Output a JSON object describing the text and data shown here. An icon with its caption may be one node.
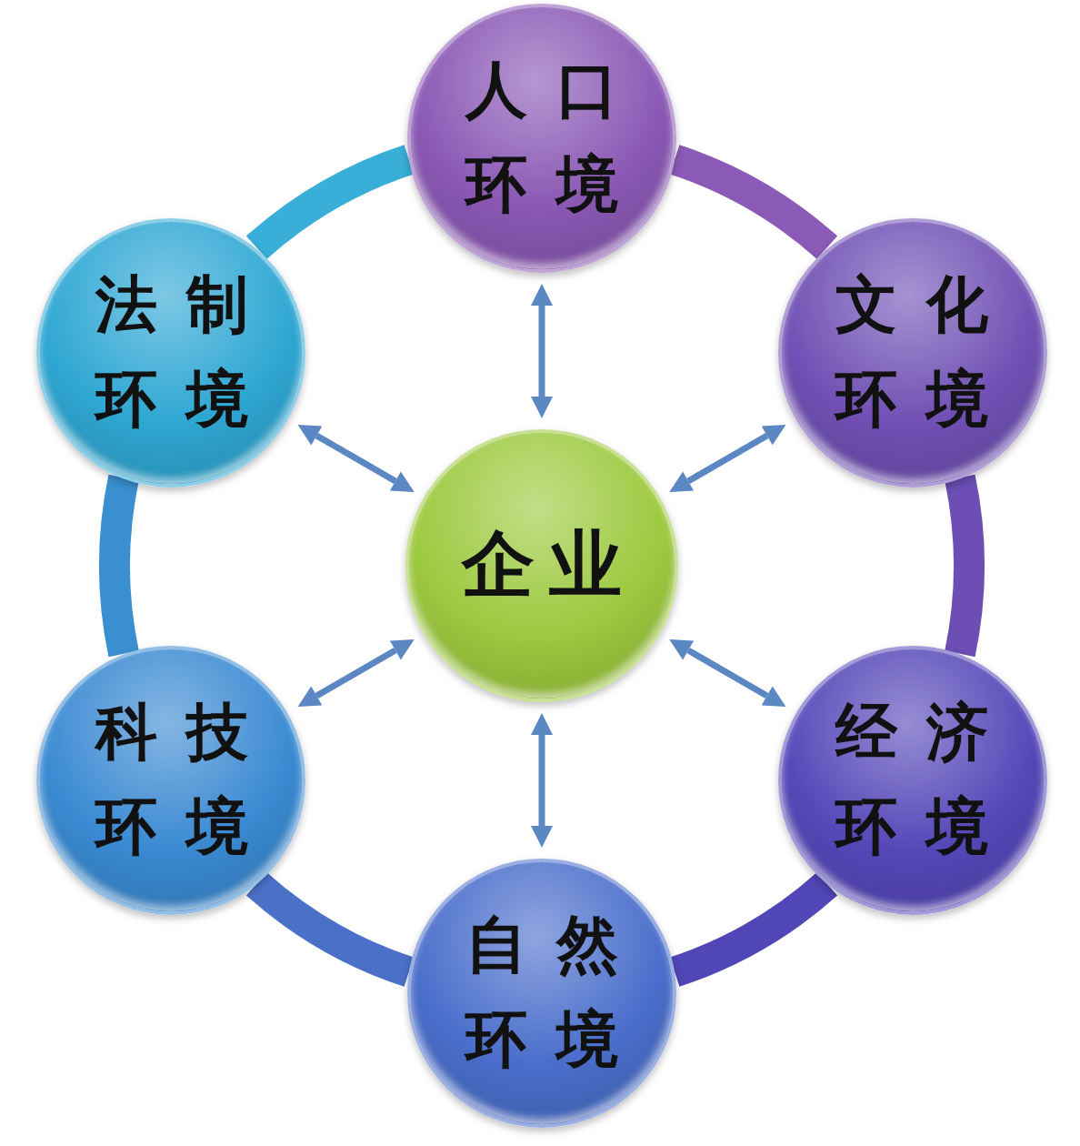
{
  "diagram": {
    "nodes": [
      {
        "text": [
          "人口环境"
        ]
      },
      {
        "text": [
          "法制环境"
        ]
      },
      {
        "text": [
          "文化环境"
        ]
      },
      {
        "text": [
          "企业"
        ]
      },
      {
        "text": [
          "科技环境"
        ]
      },
      {
        "text": [
          "经济环境"
        ]
      },
      {
        "text": [
          "自然环境"
        ]
      }
    ],
    "edges": [
      {
        "from": 3,
        "to": 0,
        "arrow": "both"
      },
      {
        "from": 3,
        "to": 2,
        "arrow": "both"
      },
      {
        "from": 3,
        "to": 5,
        "arrow": "both"
      },
      {
        "from": 3,
        "to": 6,
        "arrow": "both"
      },
      {
        "from": 3,
        "to": 4,
        "arrow": "both"
      },
      {
        "from": 3,
        "to": 1,
        "arrow": "both"
      },
      {
        "from": 0,
        "to": 2,
        "arrow": "none",
        "style": "thick",
        "color": "#8a5ab6"
      },
      {
        "from": 2,
        "to": 5,
        "arrow": "none",
        "style": "thick",
        "color": "#6c4eb4"
      },
      {
        "from": 5,
        "to": 6,
        "arrow": "none",
        "style": "thick",
        "color": "#5046b6"
      },
      {
        "from": 6,
        "to": 4,
        "arrow": "none",
        "style": "thick",
        "color": "#4a70c8"
      },
      {
        "from": 4,
        "to": 1,
        "arrow": "none",
        "style": "thick",
        "color": "#3a8fd0"
      },
      {
        "from": 1,
        "to": 0,
        "arrow": "none",
        "style": "thick",
        "color": "#38aed8"
      }
    ]
  }
}
